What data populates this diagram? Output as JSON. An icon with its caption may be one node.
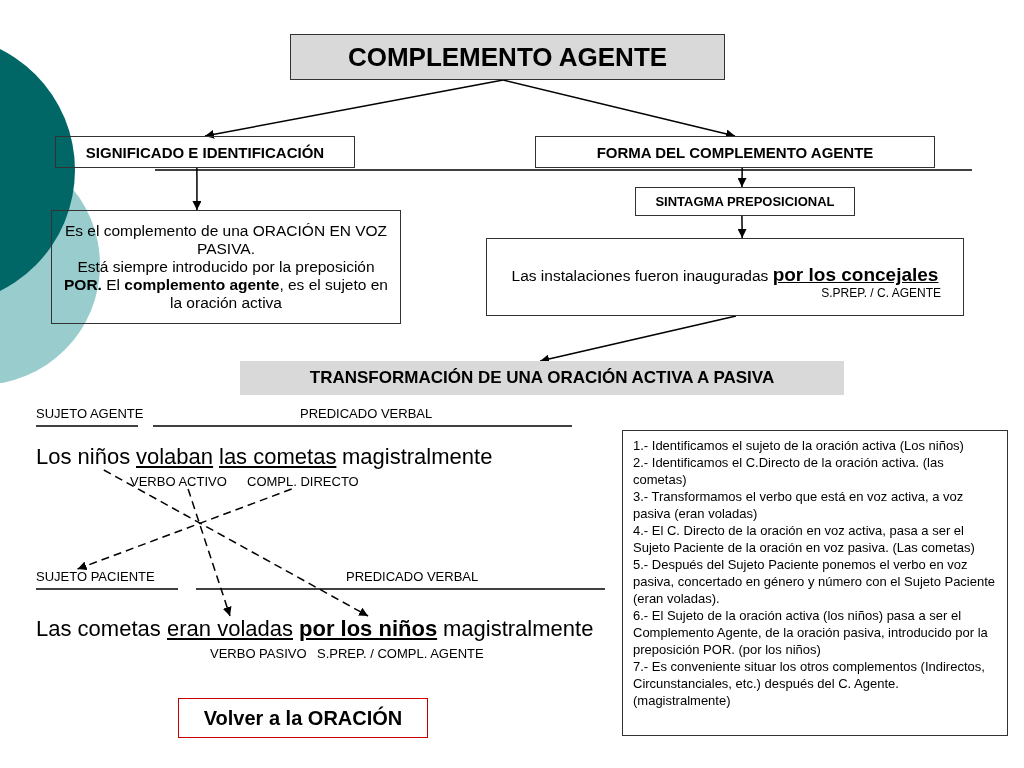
{
  "diagram": {
    "nodes": [
      {
        "text": [
          "COMPLEMENTO AGENTE"
        ]
      },
      {
        "text": [
          "SIGNIFICADO E IDENTIFICACIÓN"
        ]
      },
      {
        "text": [
          "FORMA DEL COMPLEMENTO AGENTE"
        ]
      },
      {
        "text": [
          "Es el complemento de una ORACIÓN EN VOZ PASIVA.",
          "Está siempre introducido por la preposición **POR.** El **complemento agente**, es el sujeto en la oración activa"
        ]
      },
      {
        "text": [
          "SINTAGMA PREPOSICIONAL"
        ]
      },
      {
        "text": [
          "Las instalaciones fueron inauguradas **por los concejales**",
          "S.PREP. / C. AGENTE"
        ]
      },
      {
        "text": [
          "TRANSFORMACIÓN DE UNA ORACIÓN  ACTIVA A PASIVA"
        ]
      },
      {
        "text": [
          "Los niños"
        ]
      },
      {
        "text": [
          "VERBO ACTIVO"
        ]
      },
      {
        "text": [
          "COMPL. DIRECTO"
        ]
      },
      {
        "text": [
          "SUJETO PACIENTE"
        ]
      },
      {
        "text": [
          "eran voladas"
        ]
      },
      {
        "text": [
          "por los niños"
        ]
      },
      {
        "text": [
          "1.- Identificamos el sujeto de la oración activa (Los niños)",
          "2.- Identificamos el C.Directo de la oración activa. (las cometas)",
          "3.- Transformamos el verbo que está en voz activa, a voz pasiva (eran voladas)",
          "4.- El C. Directo de la oración en voz activa, pasa a ser el Sujeto Paciente de la oración en voz pasiva. (Las cometas)",
          "5.- Después del Sujeto Paciente ponemos el verbo en voz pasiva, concertado en género y número con el Sujeto Paciente (eran voladas).",
          "6.- El Sujeto de la oración activa (los niños) pasa a ser el Complemento Agente, de la oración pasiva, introducido por la preposición POR. (por los niños)",
          "7.- Es conveniente situar los otros complementos (Indirectos, Circunstanciales, etc.) después del C. Agente. (magistralmente)"
        ]
      },
      {
        "text": [
          "Volver a la ORACIÓN"
        ]
      }
    ],
    "edges": [
      {
        "from": 0,
        "to": 1,
        "arrow": "to"
      },
      {
        "from": 0,
        "to": 2,
        "arrow": "to"
      },
      {
        "from": 1,
        "to": 3,
        "arrow": "to"
      },
      {
        "from": 2,
        "to": 4,
        "arrow": "to"
      },
      {
        "from": 4,
        "to": 5,
        "arrow": "to"
      },
      {
        "from": 5,
        "to": 6,
        "arrow": "to"
      },
      {
        "from": 7,
        "to": 12,
        "arrow": "to",
        "style": "dashed"
      },
      {
        "from": 8,
        "to": 11,
        "arrow": "to",
        "style": "dashed"
      },
      {
        "from": 9,
        "to": 10,
        "arrow": "to",
        "style": "dashed"
      }
    ],
    "labels": [
      "SUJETO AGENTE",
      "PREDICADO VERBAL",
      "volaban",
      "las cometas",
      "magistralmente",
      "PREDICADO VERBAL",
      "Las cometas",
      "magistralmente",
      "VERBO PASIVO",
      "S.PREP. / COMPL. AGENTE"
    ]
  }
}
